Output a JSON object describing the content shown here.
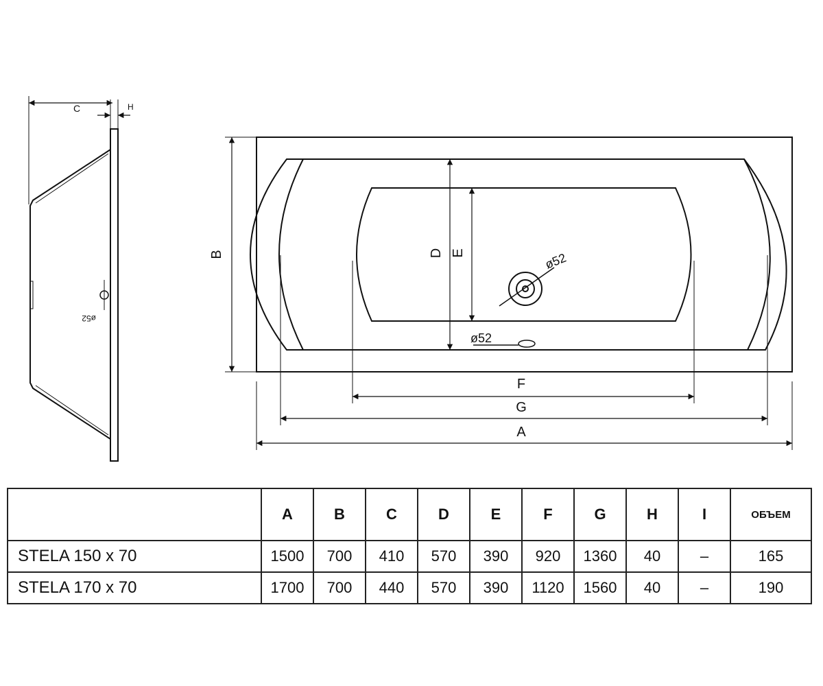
{
  "drawing": {
    "side_view": {
      "dim_c": "C",
      "dim_h": "H",
      "drain_label": "ø52"
    },
    "top_view": {
      "dim_a": "A",
      "dim_b": "B",
      "dim_d": "D",
      "dim_e": "E",
      "dim_f": "F",
      "dim_g": "G",
      "drain_label": "ø52",
      "overflow_label": "ø52"
    }
  },
  "table": {
    "headers": [
      "",
      "A",
      "B",
      "C",
      "D",
      "E",
      "F",
      "G",
      "H",
      "I",
      "ОБЪЕМ"
    ],
    "rows": [
      {
        "model": "STELA 150 x 70",
        "values": [
          "1500",
          "700",
          "410",
          "570",
          "390",
          "920",
          "1360",
          "40",
          "–",
          "165"
        ]
      },
      {
        "model": "STELA 170 x 70",
        "values": [
          "1700",
          "700",
          "440",
          "570",
          "390",
          "1120",
          "1560",
          "40",
          "–",
          "190"
        ]
      }
    ]
  }
}
